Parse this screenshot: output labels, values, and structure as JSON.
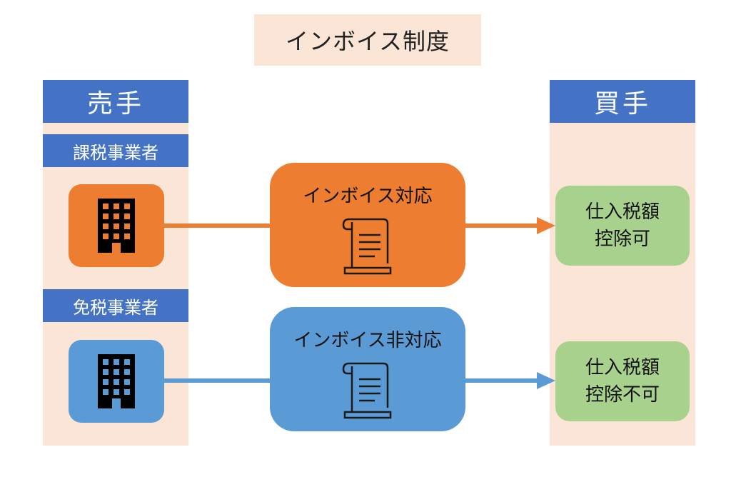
{
  "title": "インボイス制度",
  "seller": {
    "header": "売手",
    "taxable_label": "課税事業者",
    "exempt_label": "免税事業者"
  },
  "buyer": {
    "header": "買手"
  },
  "flows": [
    {
      "middle_label": "インボイス対応",
      "result_line1": "仕入税額",
      "result_line2": "控除可",
      "color": "#ed7d31"
    },
    {
      "middle_label": "インボイス非対応",
      "result_line1": "仕入税額",
      "result_line2": "控除不可",
      "color": "#5b9bd5"
    }
  ],
  "icons": {
    "company": "office-building-icon",
    "document": "invoice-scroll-icon"
  },
  "colors": {
    "header_blue": "#4472c4",
    "peach": "#fbe5d6",
    "green": "#a9d18e"
  }
}
